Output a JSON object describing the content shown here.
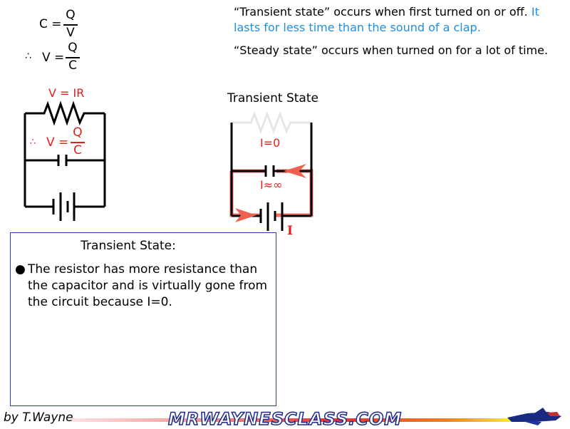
{
  "formulas": {
    "f1": {
      "lhs": "C =",
      "num": "Q",
      "den": "V"
    },
    "f2": {
      "therefore": "∴",
      "lhs": "V =",
      "num": "Q",
      "den": "C"
    }
  },
  "left_circuit": {
    "resistor_label": "V = IR",
    "capacitor_label": {
      "therefore": "∴",
      "lhs": "V =",
      "num": "Q",
      "den": "C"
    }
  },
  "notes": {
    "transient_text": "“Transient state” occurs when first turned on or off.",
    "transient_highlight": "It lasts for less time than the sound of a clap.",
    "steady_text": "“Steady state” occurs when turned on for a lot of time."
  },
  "right_circuit": {
    "title": "Transient State",
    "resistor_current": "I=0",
    "capacitor_current": "I≈∞",
    "battery_current": "I"
  },
  "box": {
    "title": "Transient State:",
    "bullet": "The resistor has more resistance than the capacitor and is virtually gone from the circuit because I=0."
  },
  "footer": {
    "author": "by T.Wayne",
    "logo": "MRWAYNESCLASS.COM"
  },
  "colors": {
    "red": "#e0201b",
    "blue": "#1e8fe0",
    "border": "#2a3aa8"
  }
}
